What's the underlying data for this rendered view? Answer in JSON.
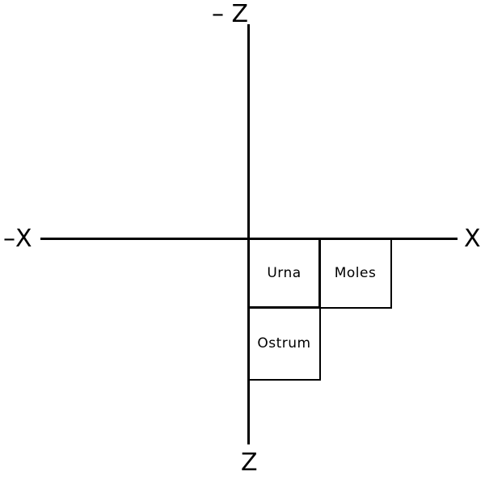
{
  "axes": {
    "neg_z_label": "– Z",
    "pos_z_label": "Z",
    "neg_x_label": "–X",
    "pos_x_label": "X"
  },
  "cells": [
    {
      "label": "Urna",
      "position": "quadrant +X/+Z, first cell"
    },
    {
      "label": "Moles",
      "position": "right of Urna"
    },
    {
      "label": "Ostrum",
      "position": "below Urna"
    }
  ],
  "colors": {
    "line": "#000000",
    "background": "#ffffff"
  }
}
